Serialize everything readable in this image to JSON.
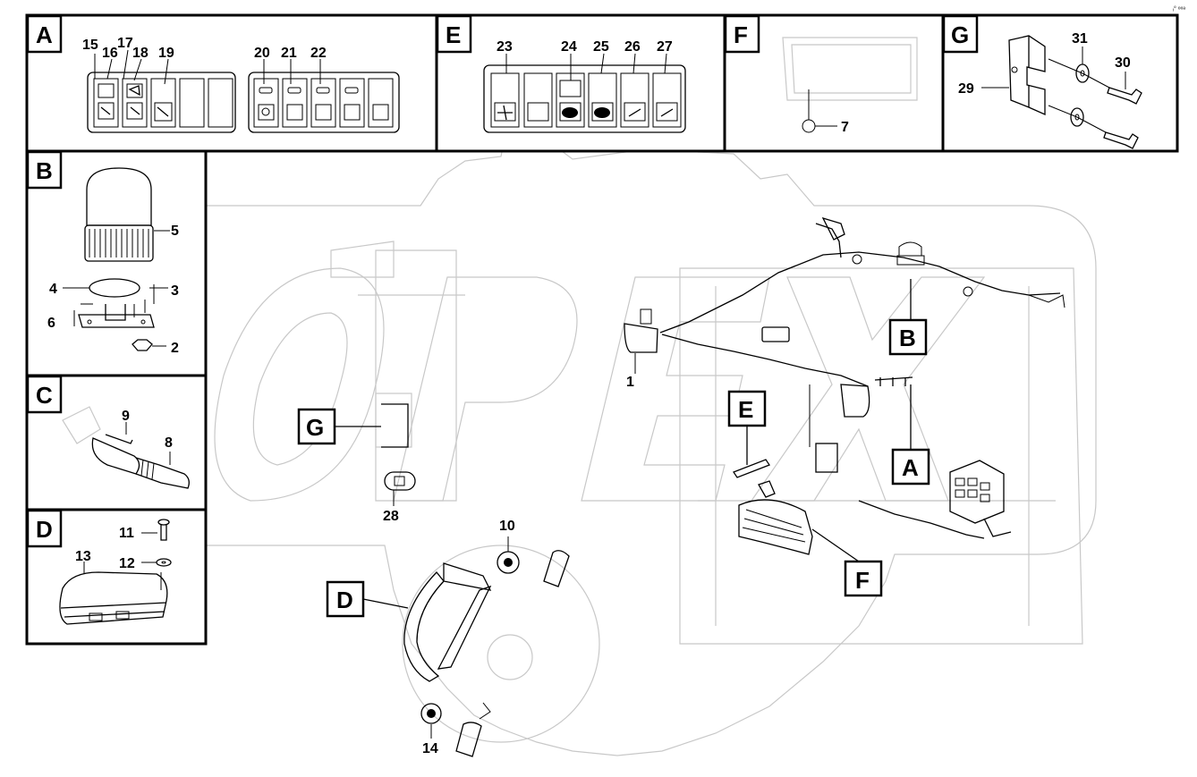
{
  "corner_mark": "ᵢ° ᵒᵒᵃ",
  "sections": {
    "A": "A",
    "B": "B",
    "C": "C",
    "D": "D",
    "E": "E",
    "F": "F",
    "G": "G"
  },
  "callouts": {
    "p1": "1",
    "p2": "2",
    "p3": "3",
    "p4": "4",
    "p5": "5",
    "p6": "6",
    "p7": "7",
    "p8": "8",
    "p9": "9",
    "p10": "10",
    "p11": "11",
    "p12": "12",
    "p13": "13",
    "p14": "14",
    "p15": "15",
    "p16": "16",
    "p17": "17",
    "p18": "18",
    "p19": "19",
    "p20": "20",
    "p21": "21",
    "p22": "22",
    "p23": "23",
    "p24": "24",
    "p25": "25",
    "p26": "26",
    "p27": "27",
    "p28": "28",
    "p29": "29",
    "p30": "30",
    "p31": "31"
  },
  "main_tags": {
    "B": "B",
    "E": "E",
    "A": "A",
    "G": "G",
    "D": "D",
    "F": "F"
  }
}
